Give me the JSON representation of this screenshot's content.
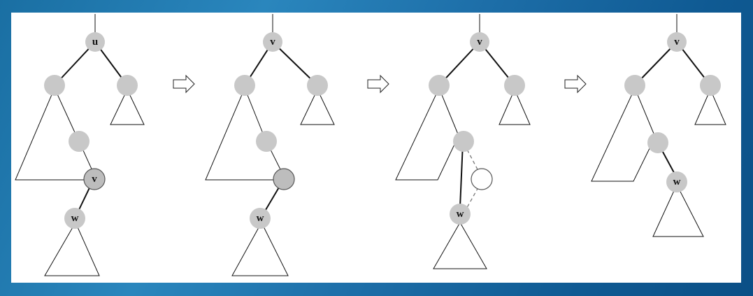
{
  "panels": [
    {
      "top": "u",
      "middle": "",
      "bottom": "w",
      "extra": "v"
    },
    {
      "top": "v",
      "bottom": "w"
    },
    {
      "top": "v",
      "bottom": "w"
    },
    {
      "top": "v",
      "bottom": "w"
    }
  ],
  "arrows": [
    "⇨",
    "⇨",
    "⇨"
  ]
}
